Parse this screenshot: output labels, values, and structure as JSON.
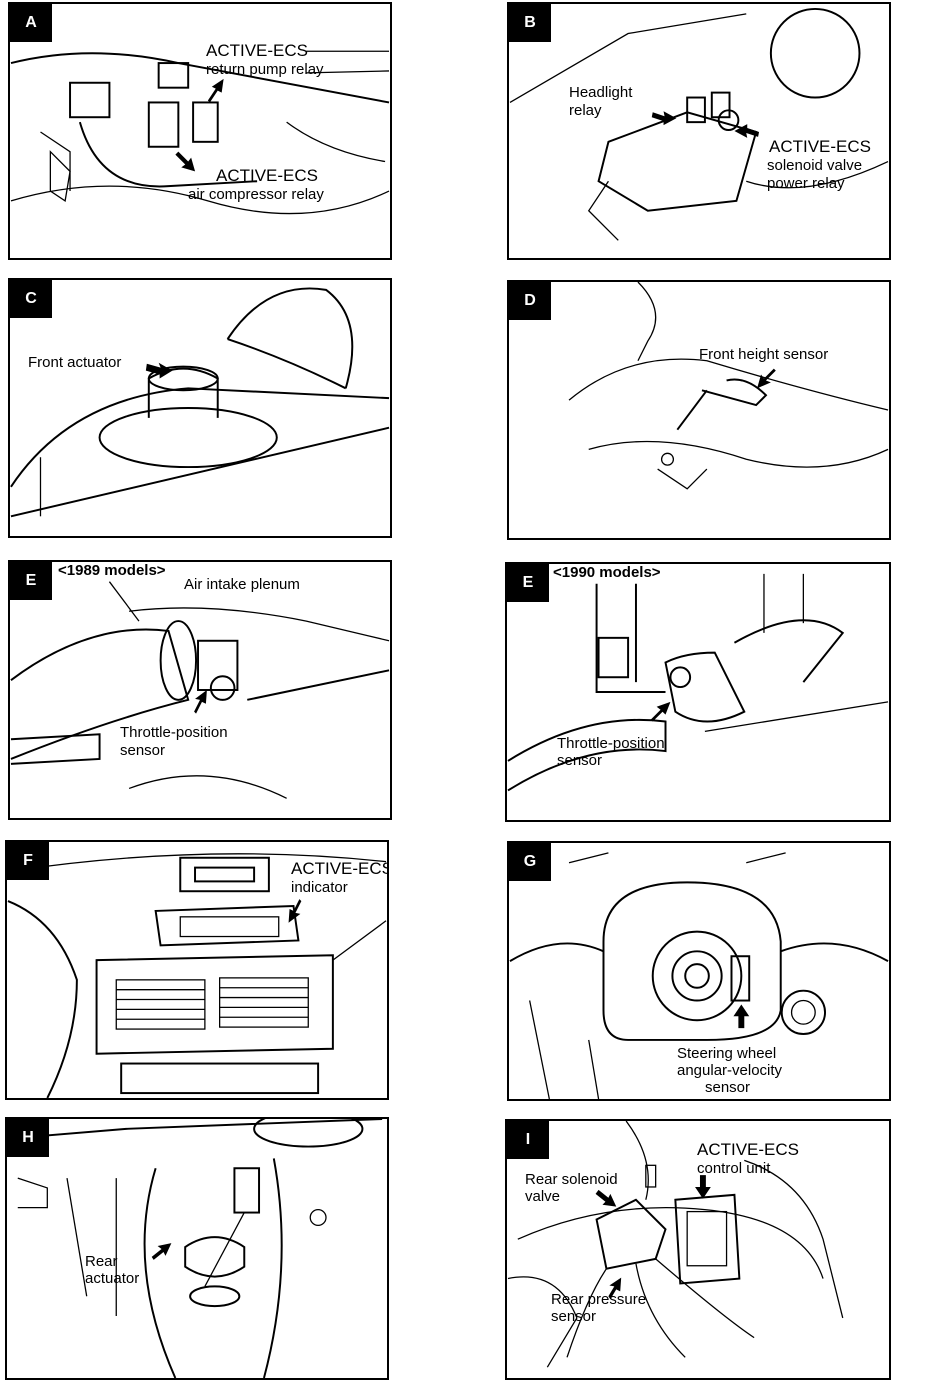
{
  "panels": {
    "A": {
      "tag": "A",
      "label1": "ACTIVE-ECS",
      "label2": "return pump relay",
      "label3": "ACTIVE-ECS",
      "label4": "air compressor relay"
    },
    "B": {
      "tag": "B",
      "label1": "Headlight",
      "label2": "relay",
      "label3": "ACTIVE-ECS",
      "label4": "solenoid valve",
      "label5": "power relay"
    },
    "C": {
      "tag": "C",
      "label1": "Front actuator"
    },
    "D": {
      "tag": "D",
      "label1": "Front height sensor"
    },
    "E1": {
      "tag": "E",
      "model": "<1989 models>",
      "label1": "Air intake plenum",
      "label2": "Throttle-position",
      "label3": "sensor"
    },
    "E2": {
      "tag": "E",
      "model": "<1990 models>",
      "label1": "Throttle-position",
      "label2": "sensor"
    },
    "F": {
      "tag": "F",
      "label1": "ACTIVE-ECS",
      "label2": "indicator"
    },
    "G": {
      "tag": "G",
      "label1": "Steering wheel",
      "label2": "angular-velocity",
      "label3": "sensor"
    },
    "H": {
      "tag": "H",
      "label1": "Rear",
      "label2": "actuator"
    },
    "I": {
      "tag": "I",
      "label1": "ACTIVE-ECS",
      "label2": "control unit",
      "label3": "Rear solenoid",
      "label4": "valve",
      "label5": "Rear pressure",
      "label6": "sensor"
    }
  }
}
